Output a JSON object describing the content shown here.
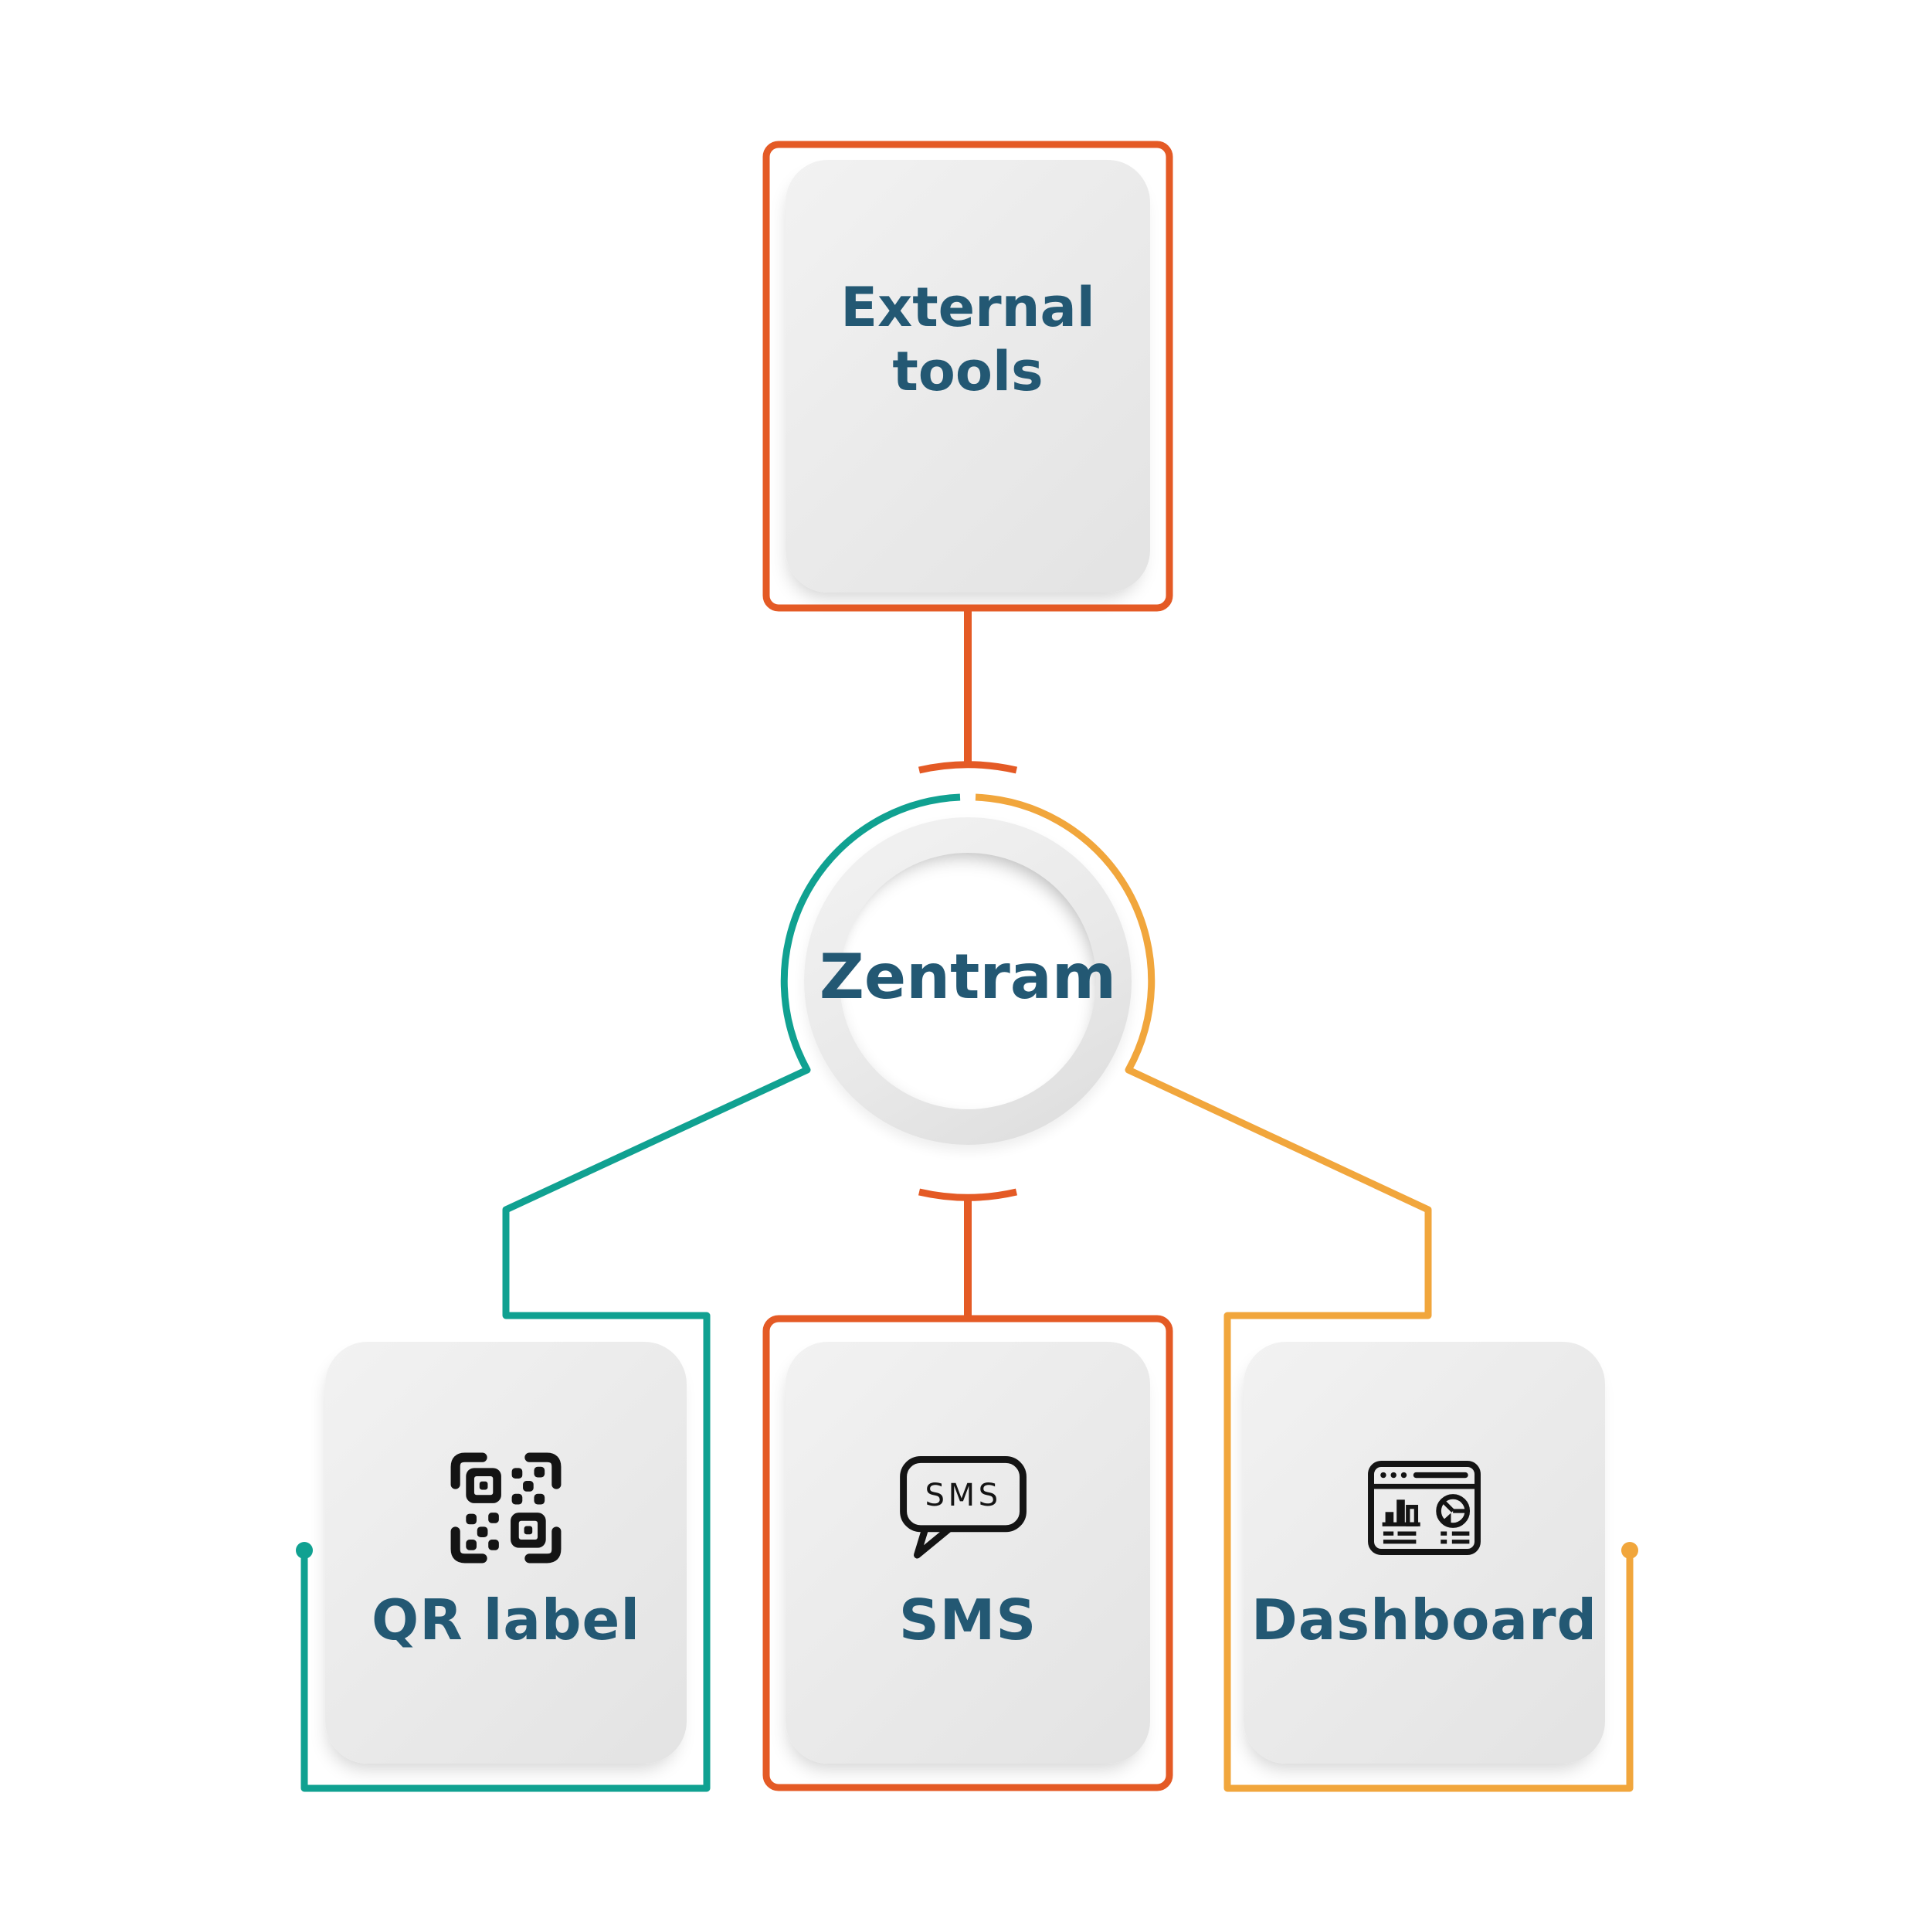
{
  "center": {
    "label": "Zentram"
  },
  "nodes": {
    "external": {
      "label": "External tools"
    },
    "qr": {
      "label": "QR label"
    },
    "sms": {
      "label": "SMS",
      "icon_text": "SMS"
    },
    "dashboard": {
      "label": "Dashboard"
    }
  },
  "colors": {
    "orange": "#E45A25",
    "teal": "#10A191",
    "amber": "#F1A63C",
    "navy": "#235873",
    "card_gray": "#EBEBEB",
    "icon_black": "#141414"
  }
}
